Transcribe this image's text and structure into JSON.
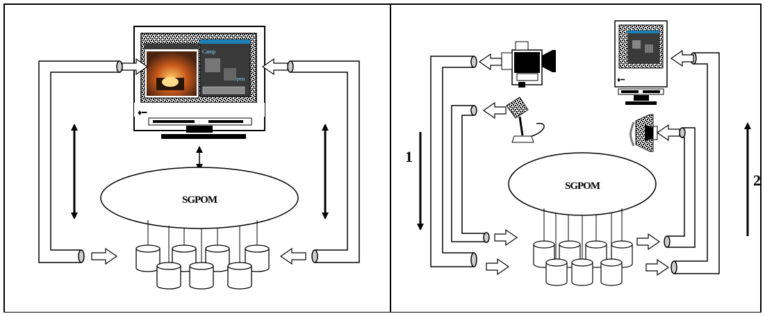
{
  "left_panel": {
    "hub_label": "SGPOM",
    "monitor_screen": {
      "left_window_title": "",
      "right_window_labels": [
        "Camp",
        "Open"
      ]
    }
  },
  "right_panel": {
    "hub_label": "SGPOM",
    "step_labels": [
      "1",
      "2"
    ],
    "devices": [
      "video-camera",
      "microphone",
      "monitor",
      "speaker"
    ]
  },
  "colors": {
    "line": "#000000",
    "background": "#ffffff",
    "screen_dark": "#3a3a3a",
    "screen_accent": "#1c7fb8",
    "fire": "#c8581c"
  }
}
